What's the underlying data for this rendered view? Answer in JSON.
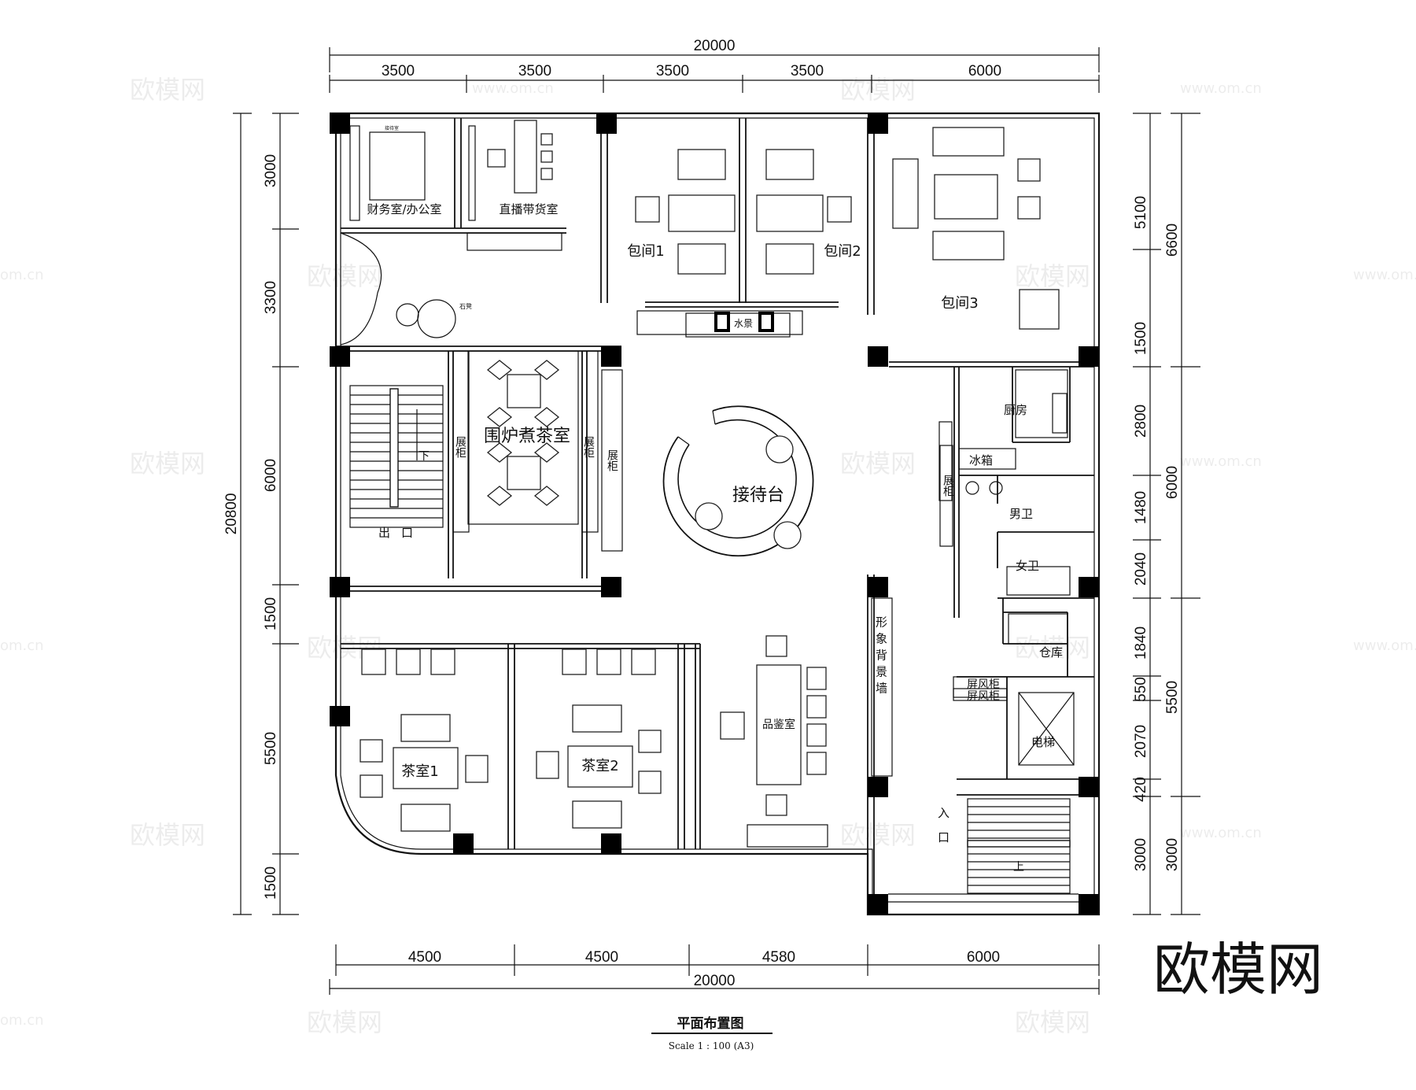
{
  "title": "平面布置图",
  "scale_text": "Scale 1 : 100 (A3)",
  "logo": "欧模网",
  "watermarks": {
    "brand": "欧模网",
    "url": "www.om.cn",
    "url_short": "om.cn"
  },
  "dimensions": {
    "top_total": "20000",
    "top_segments": [
      "3500",
      "3500",
      "3500",
      "3500",
      "6000"
    ],
    "bottom_total": "20000",
    "bottom_segments": [
      "4500",
      "4500",
      "4580",
      "6000"
    ],
    "left_total": "20800",
    "left_segments": [
      "3000",
      "3300",
      "6000",
      "1500",
      "5500",
      "1500"
    ],
    "right_inner": [
      "5100",
      "1500",
      "2800",
      "1480",
      "2040",
      "1840",
      "550",
      "2070",
      "420",
      "3000"
    ],
    "right_outer": [
      "6600",
      "6000",
      "5500",
      "3000"
    ]
  },
  "rooms": {
    "finance": "财务室/办公室",
    "live": "直播带货室",
    "vip1": "包间1",
    "vip2": "包间2",
    "vip3": "包间3",
    "water": "水景",
    "stone": "石凳",
    "office_sign": "接待室",
    "tea_fire": "围炉煮茶室",
    "reception": "接待台",
    "kitchen": "厨房",
    "fridge": "冰箱",
    "cabinet": "展柜",
    "male_wc": "男卫",
    "female_wc": "女卫",
    "storage": "仓库",
    "screen1": "屏风柜",
    "screen2": "屏风柜",
    "elevator": "电梯",
    "wall_label": "形象背景墙",
    "entrance": "入口",
    "exit": "出口",
    "down": "下",
    "up": "上",
    "tea1": "茶室1",
    "tea2": "茶室2",
    "tasting": "品鉴室"
  }
}
